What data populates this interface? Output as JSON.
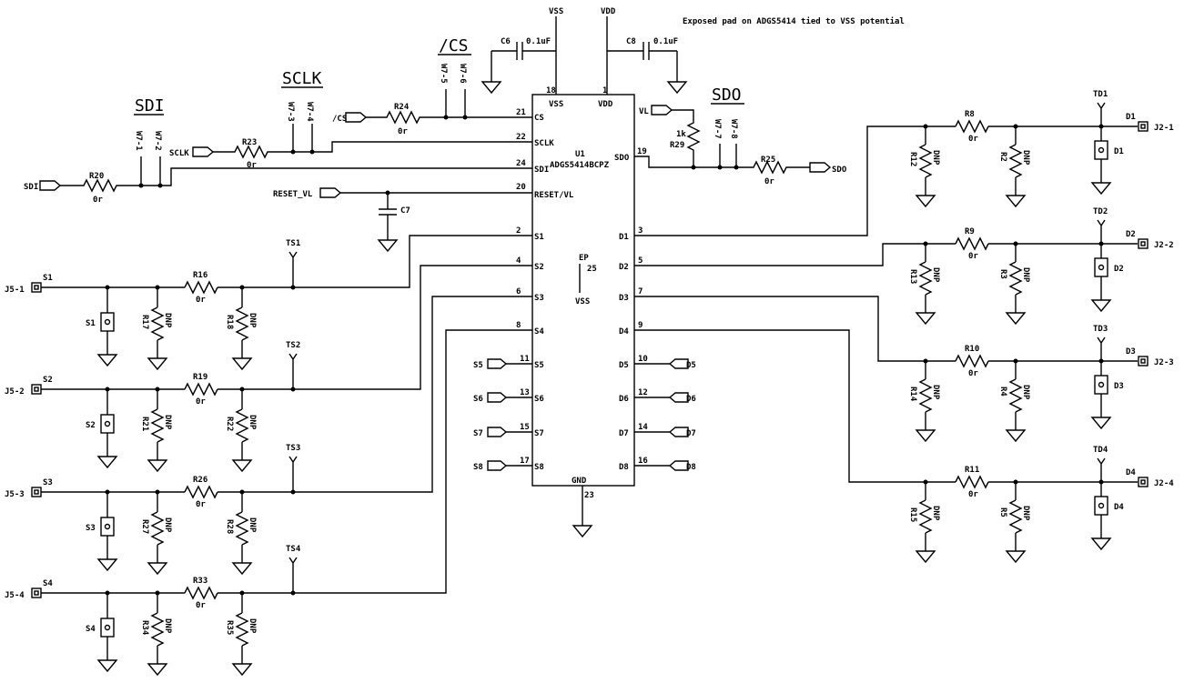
{
  "note": "Exposed pad on ADGS5414 tied to VSS potential",
  "ic": {
    "ref": "U1",
    "part": "ADGS5414BCPZ",
    "pins_left": [
      {
        "num": "18",
        "name": "VSS"
      },
      {
        "num": "21",
        "name": "CS"
      },
      {
        "num": "22",
        "name": "SCLK"
      },
      {
        "num": "24",
        "name": "SDI"
      },
      {
        "num": "20",
        "name": "RESET/VL"
      },
      {
        "num": "2",
        "name": "S1"
      },
      {
        "num": "4",
        "name": "S2"
      },
      {
        "num": "6",
        "name": "S3"
      },
      {
        "num": "8",
        "name": "S4"
      },
      {
        "num": "11",
        "name": "S5"
      },
      {
        "num": "13",
        "name": "S6"
      },
      {
        "num": "15",
        "name": "S7"
      },
      {
        "num": "17",
        "name": "S8"
      }
    ],
    "pins_right": [
      {
        "num": "1",
        "name": "VDD"
      },
      {
        "num": "19",
        "name": "SDO"
      },
      {
        "num": "3",
        "name": "D1"
      },
      {
        "num": "5",
        "name": "D2"
      },
      {
        "num": "7",
        "name": "D3"
      },
      {
        "num": "9",
        "name": "D4"
      },
      {
        "num": "10",
        "name": "D5"
      },
      {
        "num": "12",
        "name": "D6"
      },
      {
        "num": "14",
        "name": "D7"
      },
      {
        "num": "16",
        "name": "D8"
      }
    ],
    "ep": {
      "label": "EP",
      "num": "25",
      "name": "VSS"
    },
    "gnd": {
      "name": "GND",
      "num": "23"
    }
  },
  "power": {
    "vss": "VSS",
    "vdd": "VDD",
    "c6": "C6",
    "c6v": "0.1uF",
    "c8": "C8",
    "c8v": "0.1uF",
    "c7": "C7"
  },
  "spi": {
    "sdi_title": "SDI",
    "sclk_title": "SCLK",
    "cs_title": "/CS",
    "sdo_title": "SDO",
    "sdi_port": "SDI",
    "sclk_port": "SCLK",
    "cs_port": "/CS",
    "sdo_port": "SDO",
    "reset_port": "RESET_VL",
    "vl_port": "VL",
    "r20": "R20",
    "r23": "R23",
    "r24": "R24",
    "r25": "R25",
    "r29": "R29",
    "r0": "0r",
    "r1k": "1k",
    "w7_1": "W7-1",
    "w7_2": "W7-2",
    "w7_3": "W7-3",
    "w7_4": "W7-4",
    "w7_5": "W7-5",
    "w7_6": "W7-6",
    "w7_7": "W7-7",
    "w7_8": "W7-8"
  },
  "source_channels": [
    {
      "conn": "J5-1",
      "net": "S1",
      "tp": "TS1",
      "jack": "S1",
      "r_series": "R16",
      "r_a": "R17",
      "r_b": "R18"
    },
    {
      "conn": "J5-2",
      "net": "S2",
      "tp": "TS2",
      "jack": "S2",
      "r_series": "R19",
      "r_a": "R21",
      "r_b": "R22"
    },
    {
      "conn": "J5-3",
      "net": "S3",
      "tp": "TS3",
      "jack": "S3",
      "r_series": "R26",
      "r_a": "R27",
      "r_b": "R28"
    },
    {
      "conn": "J5-4",
      "net": "S4",
      "tp": "TS4",
      "jack": "S4",
      "r_series": "R33",
      "r_a": "R34",
      "r_b": "R35"
    }
  ],
  "drain_channels": [
    {
      "conn": "J2-1",
      "net": "D1",
      "tp": "TD1",
      "jack": "D1",
      "r_series": "R8",
      "r_a": "R12",
      "r_b": "R2"
    },
    {
      "conn": "J2-2",
      "net": "D2",
      "tp": "TD2",
      "jack": "D2",
      "r_series": "R9",
      "r_a": "R13",
      "r_b": "R3"
    },
    {
      "conn": "J2-3",
      "net": "D3",
      "tp": "TD3",
      "jack": "D3",
      "r_series": "R10",
      "r_a": "R14",
      "r_b": "R4"
    },
    {
      "conn": "J2-4",
      "net": "D4",
      "tp": "TD4",
      "jack": "D4",
      "r_series": "R11",
      "r_a": "R15",
      "r_b": "R5"
    }
  ],
  "aux_ports": {
    "s": [
      "S5",
      "S6",
      "S7",
      "S8"
    ],
    "d": [
      "D5",
      "D6",
      "D7",
      "D8"
    ]
  },
  "dnp": "DNP"
}
